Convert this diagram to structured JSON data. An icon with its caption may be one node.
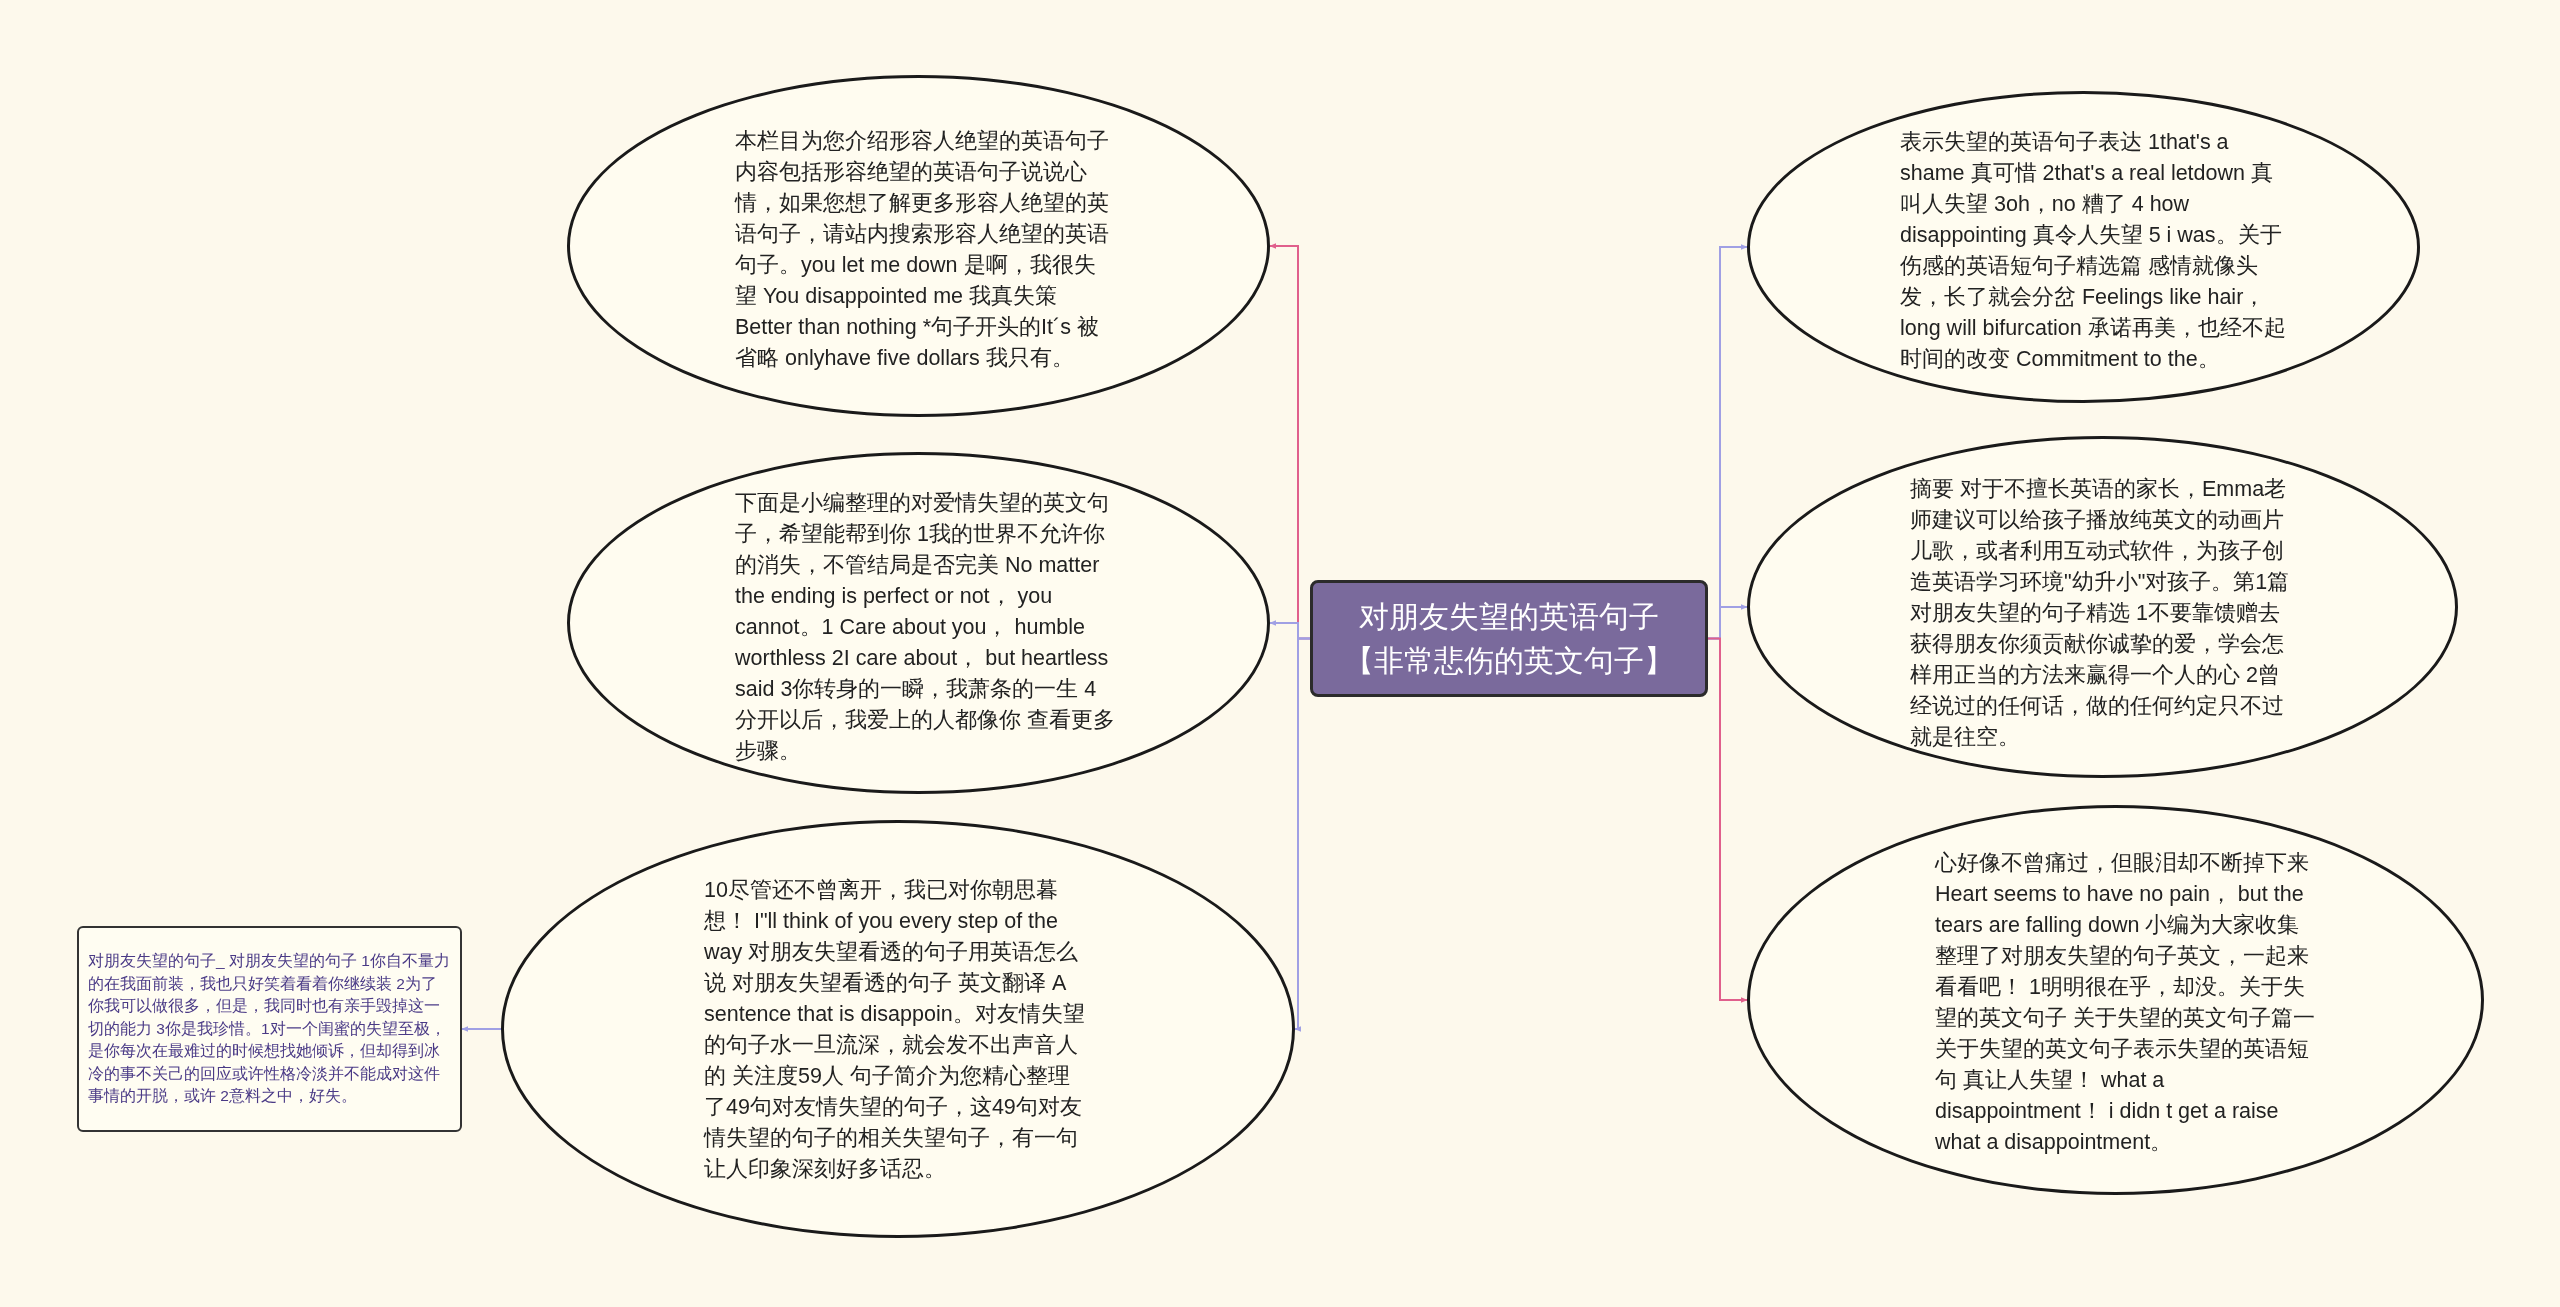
{
  "diagram": {
    "nodes": [
      {
        "text": [
          "对朋友失望的英语句子【非常悲伤的英文句子】"
        ]
      },
      {
        "text": [
          "本栏目为您介绍形容人绝望的英语句子内容包括形容绝望的英语句子说说心情，如果您想了解更多形容人绝望的英语句子，请站内搜索形容人绝望的英语句子。you let me down 是啊，我很失望 You disappointed me 我真失策 Better than nothing *句子开头的It´s 被省略 onlyhave five dollars 我只有。"
        ]
      },
      {
        "text": [
          "下面是小编整理的对爱情失望的英文句子，希望能帮到你 1我的世界不允许你的消失，不管结局是否完美 No matter the ending is perfect or not， you cannot。1 Care about you， humble worthless 2I care about， but heartless said 3你转身的一瞬，我萧条的一生 4分开以后，我爱上的人都像你 查看更多步骤。"
        ]
      },
      {
        "text": [
          "10尽管还不曾离开，我已对你朝思暮想！ I\"ll think of you every step of the way 对朋友失望看透的句子用英语怎么说 对朋友失望看透的句子 英文翻译 A sentence that is disappoin。对友情失望的句子水一旦流深，就会发不出声音人的 关注度59人  句子简介为您精心整理了49句对友情失望的句子，这49句对友情失望的句子的相关失望句子，有一句让人印象深刻好多话忍。"
        ]
      },
      {
        "text": [
          "对朋友失望的句子_ 对朋友失望的句子 1你自不量力的在我面前装，我也只好笑着看着你继续装 2为了你我可以做很多，但是，我同时也有亲手毁掉这一切的能力 3你是我珍惜。1对一个闺蜜的失望至极，是你每次在最难过的时候想找她倾诉，但却得到冰冷的事不关己的回应或许性格冷淡并不能成对这件事情的开脱，或许 2意料之中，好失。"
        ]
      },
      {
        "text": [
          "表示失望的英语句子表达 1that's a  shame 真可惜 2that's a real letdown 真叫人失望 3oh，no 糟了 4 how disappointing 真令人失望 5 i was。关于伤感的英语短句子精选篇 感情就像头发，长了就会分岔 Feelings like hair， long will bifurcation 承诺再美，也经不起时间的改变 Commitment to the。"
        ]
      },
      {
        "text": [
          "摘要 对于不擅长英语的家长，Emma老师建议可以给孩子播放纯英文的动画片儿歌，或者利用互动式软件，为孩子创造英语学习环境\"幼升小\"对孩子。第1篇对朋友失望的句子精选 1不要靠馈赠去获得朋友你须贡献你诚挚的爱，学会怎样用正当的方法来赢得一个人的心 2曾经说过的任何话，做的任何约定只不过就是往空。"
        ]
      },
      {
        "text": [
          "心好像不曾痛过，但眼泪却不断掉下来Heart seems to have no pain， but the tears are falling down 小编为大家收集整理了对朋友失望的句子英文，一起来看看吧！ 1明明很在乎，却没。关于失望的英文句子 关于失望的英文句子篇一关于失望的英文句子表示失望的英语短句 真让人失望！ what a disappointment！ i didn t get a raise what a disappointment。"
        ]
      }
    ],
    "edges": [
      {
        "from": 0,
        "to": 1,
        "arrow": "to",
        "color": "#e0608c"
      },
      {
        "from": 0,
        "to": 2,
        "arrow": "to"
      },
      {
        "from": 0,
        "to": 3,
        "arrow": "to"
      },
      {
        "from": 3,
        "to": 4,
        "arrow": "to"
      },
      {
        "from": 0,
        "to": 5,
        "arrow": "to"
      },
      {
        "from": 0,
        "to": 6,
        "arrow": "to"
      },
      {
        "from": 0,
        "to": 7,
        "arrow": "to",
        "color": "#e0608c"
      }
    ]
  }
}
